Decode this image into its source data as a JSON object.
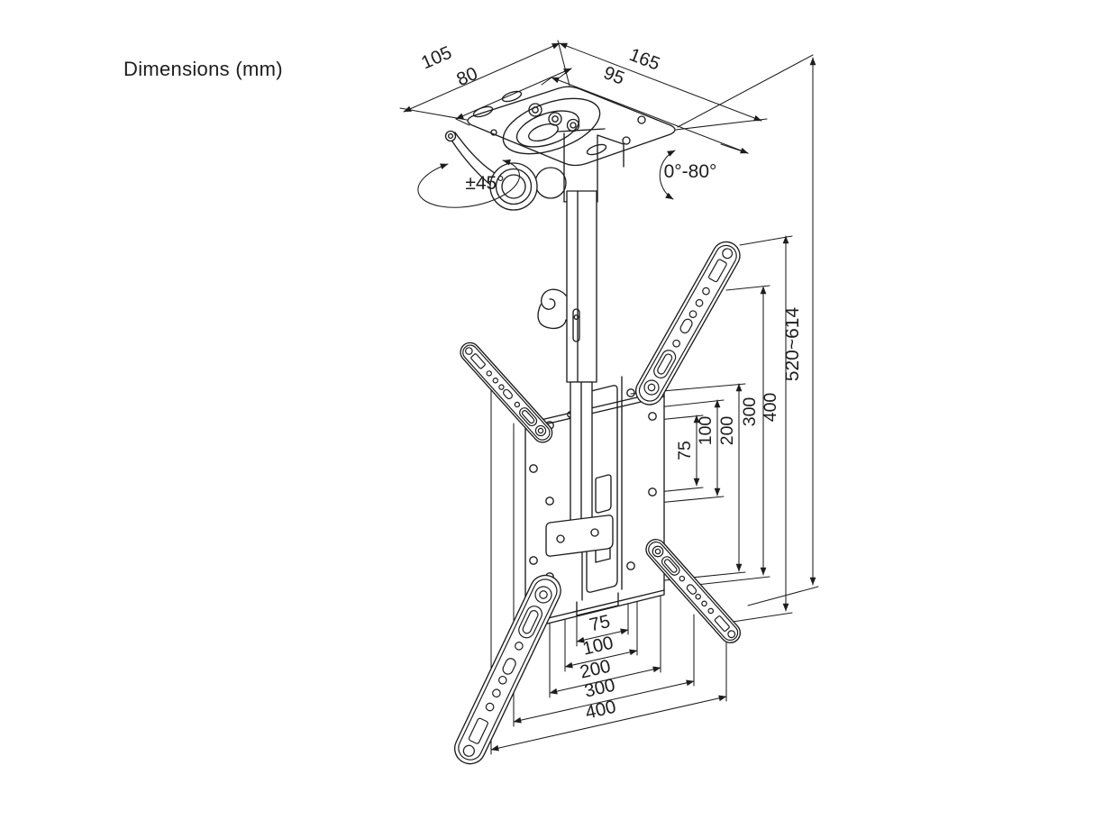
{
  "title": "Dimensions (mm)",
  "dimensions": {
    "top": {
      "outer_depth": "105",
      "inner_depth": "80",
      "outer_width": "165",
      "inner_width": "95"
    },
    "rotation": {
      "swivel": "±45°",
      "tilt": "0°-80°"
    },
    "height_range": "520~614",
    "vesa_vertical": {
      "v75": "75",
      "v100": "100",
      "v200": "200",
      "v300": "300",
      "v400": "400"
    },
    "vesa_horizontal": {
      "h75": "75",
      "h100": "100",
      "h200": "200",
      "h300": "300",
      "h400": "400"
    }
  }
}
